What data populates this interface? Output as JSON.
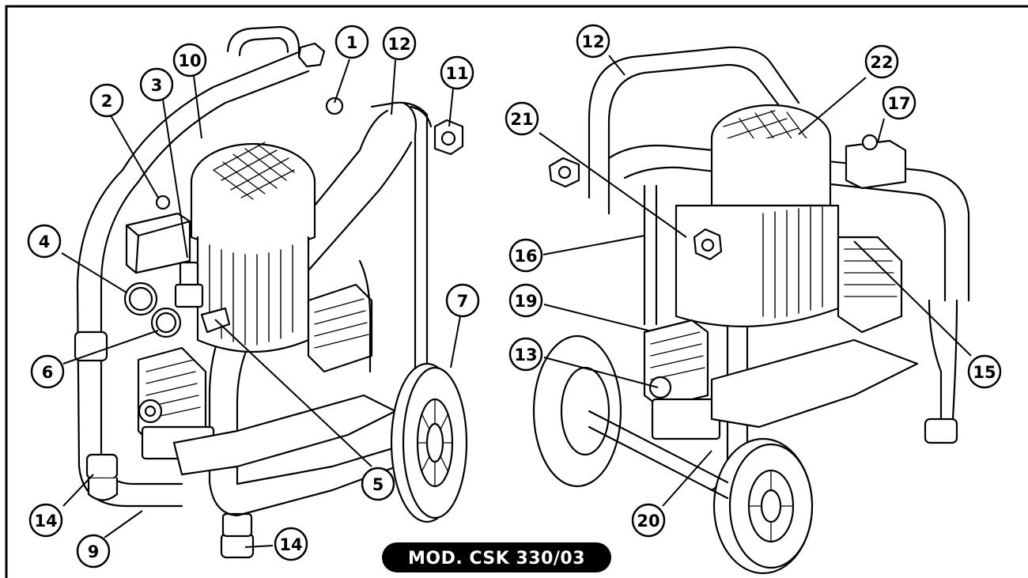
{
  "model_label": "MOD. CSK 330/03",
  "callouts_left": [
    "1",
    "12",
    "11",
    "10",
    "3",
    "2",
    "4",
    "6",
    "5",
    "7",
    "14",
    "9",
    "14"
  ],
  "callouts_right": [
    "12",
    "22",
    "17",
    "21",
    "16",
    "19",
    "13",
    "15",
    "20"
  ],
  "colors": {
    "line": "#000000",
    "fill": "#ffffff",
    "shade": "#e8e8e8",
    "label_bg": "#000000",
    "label_text": "#ffffff"
  }
}
